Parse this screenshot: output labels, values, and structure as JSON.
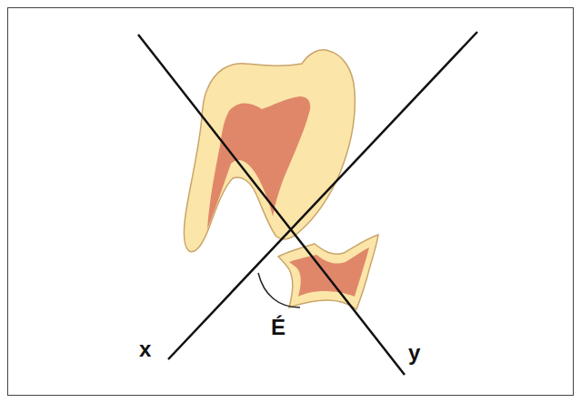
{
  "diagram": {
    "labels": [
      "x",
      "É",
      "y"
    ]
  }
}
